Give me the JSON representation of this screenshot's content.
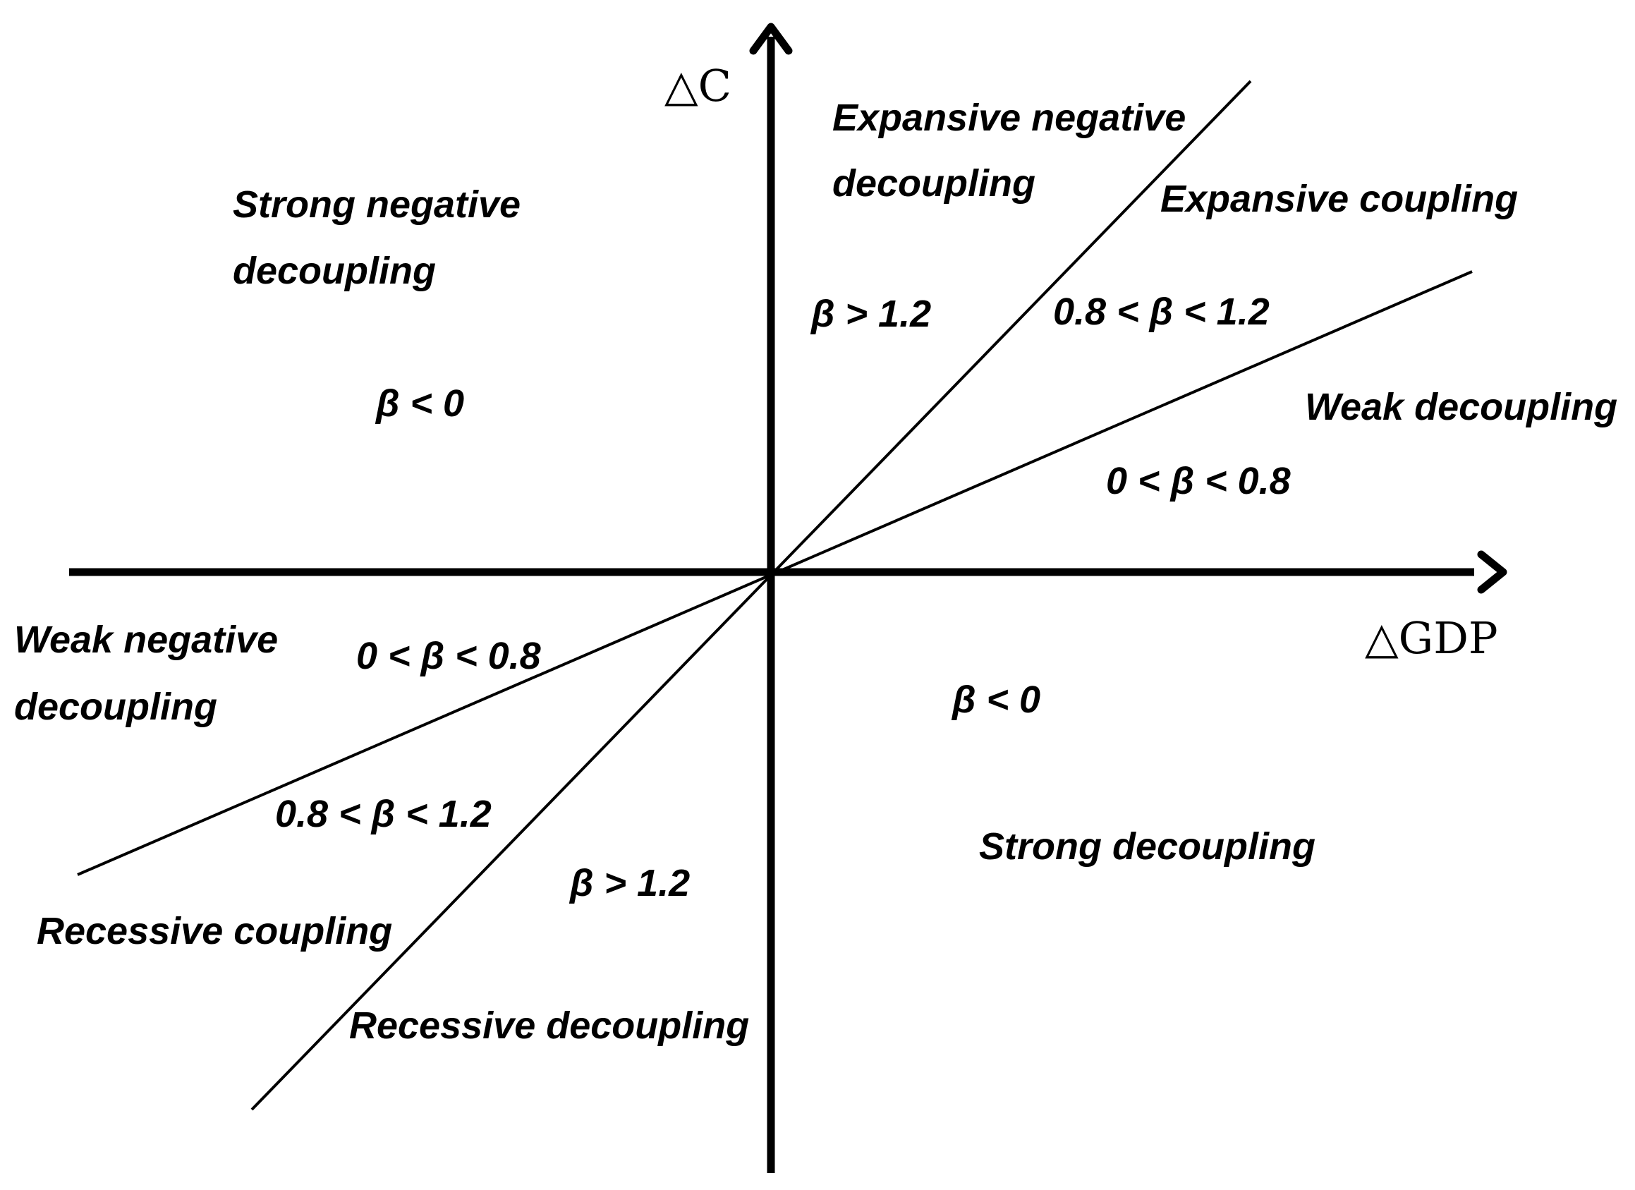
{
  "axes": {
    "x_label": "△GDP",
    "y_label": "△C"
  },
  "regions": {
    "strong_negative_decoupling": [
      "Strong negative",
      "decoupling"
    ],
    "expansive_negative_decoupling": [
      "Expansive negative",
      "decoupling"
    ],
    "expansive_coupling": "Expansive coupling",
    "weak_decoupling": "Weak decoupling",
    "weak_negative_decoupling": [
      "Weak negative",
      "decoupling"
    ],
    "recessive_coupling": "Recessive coupling",
    "recessive_decoupling": "Recessive decoupling",
    "strong_decoupling": "Strong decoupling"
  },
  "betas": {
    "upper_left": "β < 0",
    "upper_steep": "β > 1.2",
    "upper_middle": "0.8 < β < 1.2",
    "upper_shallow": "0 < β < 0.8",
    "lower_shallow": "0 < β < 0.8",
    "lower_middle": "0.8 < β < 1.2",
    "lower_steep": "β > 1.2",
    "lower_right": "β < 0"
  },
  "colors": {
    "ink": "#000000",
    "background": "#ffffff"
  }
}
